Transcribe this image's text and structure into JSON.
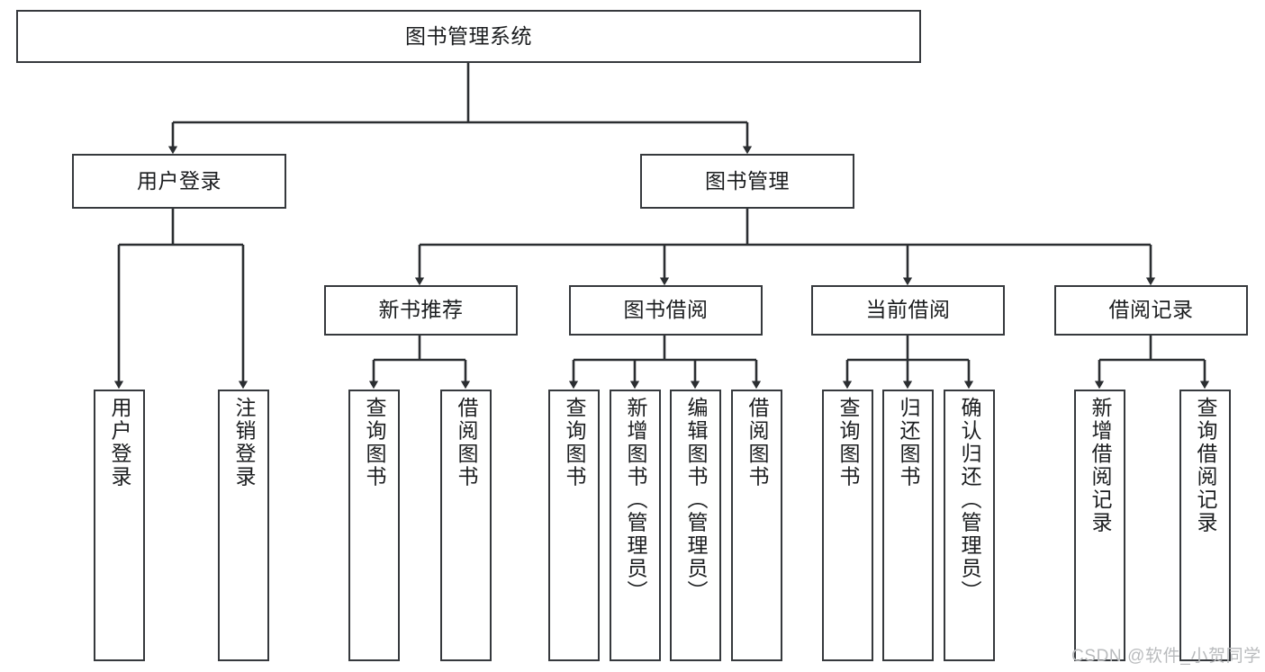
{
  "diagram": {
    "title": "图书管理系统",
    "type": "tree-hierarchy",
    "orientation": "top-down",
    "style": {
      "box_border_color": "#36393d",
      "box_fill_color": "#ffffff",
      "connector_color": "#2b2e31",
      "text_color": "#1b1d1f",
      "background_color": "#ffffff"
    },
    "levels": [
      {
        "level": 1,
        "nodes": [
          {
            "id": "root",
            "label": "图书管理系统",
            "text_direction": "horizontal"
          }
        ]
      },
      {
        "level": 2,
        "nodes": [
          {
            "id": "user-login",
            "label": "用户登录",
            "text_direction": "horizontal",
            "parent": "root"
          },
          {
            "id": "book-manage",
            "label": "图书管理",
            "text_direction": "horizontal",
            "parent": "root"
          }
        ]
      },
      {
        "level": 3,
        "nodes": [
          {
            "id": "new-book-rec",
            "label": "新书推荐",
            "text_direction": "horizontal",
            "parent": "book-manage"
          },
          {
            "id": "book-borrow",
            "label": "图书借阅",
            "text_direction": "horizontal",
            "parent": "book-manage"
          },
          {
            "id": "current-borrow",
            "label": "当前借阅",
            "text_direction": "horizontal",
            "parent": "book-manage"
          },
          {
            "id": "borrow-record",
            "label": "借阅记录",
            "text_direction": "horizontal",
            "parent": "book-manage"
          }
        ]
      },
      {
        "level": 4,
        "nodes": [
          {
            "id": "leaf-user-login",
            "label": "用户登录",
            "text_direction": "vertical",
            "parent": "user-login"
          },
          {
            "id": "leaf-user-logout",
            "label": "注销登录",
            "text_direction": "vertical",
            "parent": "user-login"
          },
          {
            "id": "leaf-query-book-1",
            "label": "查询图书",
            "text_direction": "vertical",
            "parent": "new-book-rec"
          },
          {
            "id": "leaf-borrow-book-1",
            "label": "借阅图书",
            "text_direction": "vertical",
            "parent": "new-book-rec"
          },
          {
            "id": "leaf-query-book-2",
            "label": "查询图书",
            "text_direction": "vertical",
            "parent": "book-borrow"
          },
          {
            "id": "leaf-add-book",
            "label": "新增图书（管理员）",
            "text_direction": "vertical",
            "parent": "book-borrow"
          },
          {
            "id": "leaf-edit-book",
            "label": "编辑图书（管理员）",
            "text_direction": "vertical",
            "parent": "book-borrow"
          },
          {
            "id": "leaf-borrow-book-2",
            "label": "借阅图书",
            "text_direction": "vertical",
            "parent": "book-borrow"
          },
          {
            "id": "leaf-query-book-3",
            "label": "查询图书",
            "text_direction": "vertical",
            "parent": "current-borrow"
          },
          {
            "id": "leaf-return-book",
            "label": "归还图书",
            "text_direction": "vertical",
            "parent": "current-borrow"
          },
          {
            "id": "leaf-confirm-return",
            "label": "确认归还（管理员）",
            "text_direction": "vertical",
            "parent": "current-borrow"
          },
          {
            "id": "leaf-add-record",
            "label": "新增借阅记录",
            "text_direction": "vertical",
            "parent": "borrow-record"
          },
          {
            "id": "leaf-query-record",
            "label": "查询借阅记录",
            "text_direction": "vertical",
            "parent": "borrow-record"
          }
        ]
      }
    ]
  },
  "watermark": {
    "text": "CSDN @软件_小贺同学"
  }
}
